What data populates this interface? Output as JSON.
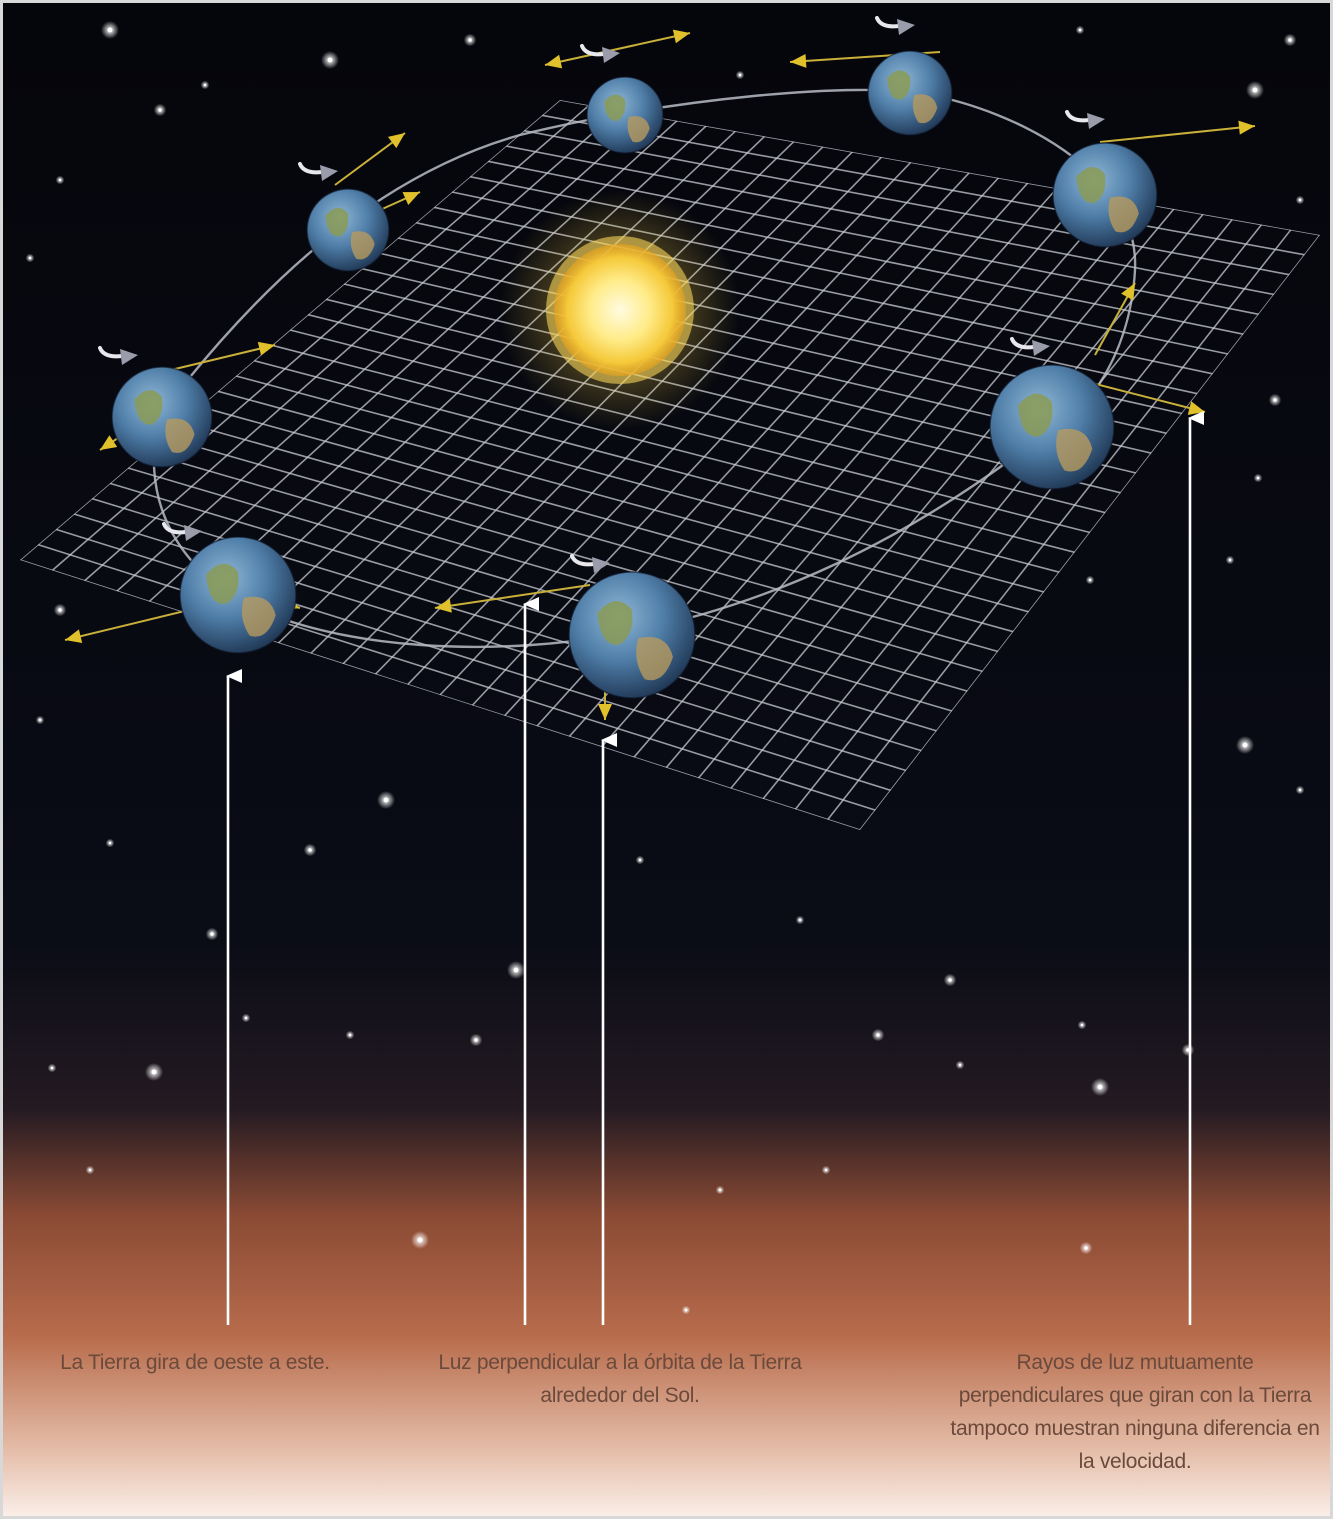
{
  "captions": {
    "rotation": "La Tierra gira de oeste a este.",
    "perpendicular_light": "Luz perpendicular a la órbita de la Tierra alrededor del Sol.",
    "mutual_rays": "Rayos de luz mutuamente perpendiculares que giran con la Tierra tampoco muestran ninguna diferencia en la velocidad."
  },
  "colors": {
    "space": "#06070d",
    "horizon_glow": "#b5694a",
    "grid": "#c9ccd4",
    "sun": "#ffe98a",
    "light_ray_arrow": "#d4b62c",
    "pointer_arrow": "#ffffff",
    "caption_text": "#6b4a3c"
  },
  "icons": [
    "sun-icon",
    "earth-globe-icon",
    "rotation-arrow-icon",
    "light-ray-arrow-icon",
    "pointer-arrow-icon"
  ]
}
